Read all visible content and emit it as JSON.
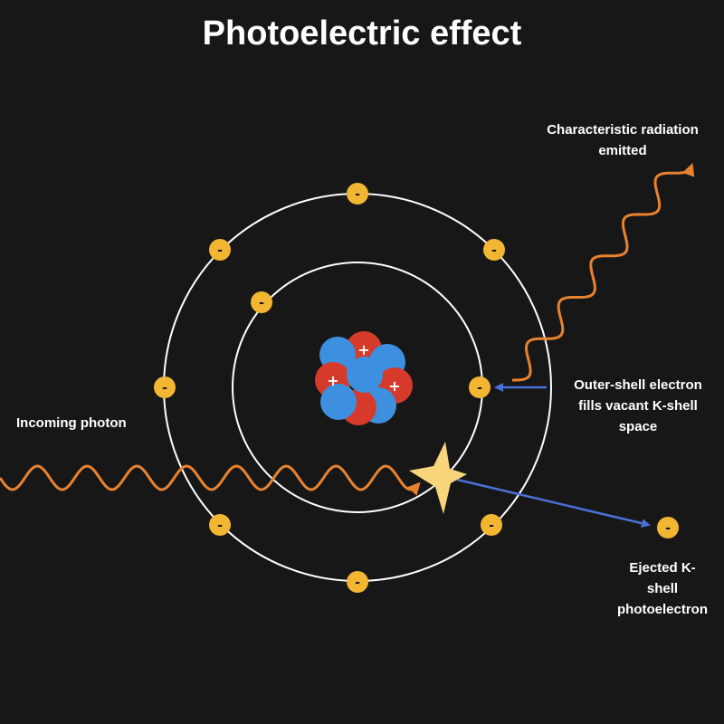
{
  "title": "Photoelectric effect",
  "labels": {
    "incoming_photon": "Incoming photon",
    "characteristic_line1": "Characteristic radiation",
    "characteristic_line2": "emitted",
    "fill_line1": "Outer-shell electron",
    "fill_line2": "fills vacant K-shell",
    "fill_line3": "space",
    "ejected_line1": "Ejected K-",
    "ejected_line2": "shell",
    "ejected_line3": "photoelectron"
  },
  "symbols": {
    "electron": "-",
    "proton": "+"
  },
  "colors": {
    "background": "#171717",
    "photon": "#e8822f",
    "electron": "#f2b632",
    "proton": "#d63a2a",
    "neutron": "#3d8fe0",
    "arrow": "#4a70d9",
    "shell": "#ffffff",
    "flash": "#f8d57a"
  }
}
